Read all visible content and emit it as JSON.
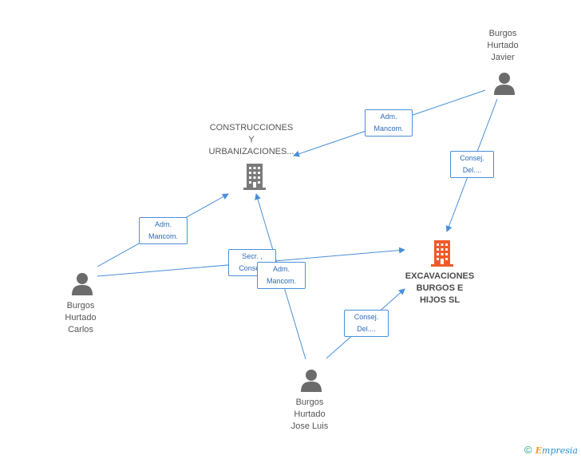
{
  "nodes": {
    "construcciones": {
      "line1": "CONSTRUCCIONES",
      "line2": "Y",
      "line3": "URBANIZACIONES..."
    },
    "excavaciones": {
      "line1": "EXCAVACIONES",
      "line2": "BURGOS E",
      "line3": "HIJOS SL"
    },
    "javier": {
      "line1": "Burgos",
      "line2": "Hurtado",
      "line3": "Javier"
    },
    "carlos": {
      "line1": "Burgos",
      "line2": "Hurtado",
      "line3": "Carlos"
    },
    "jose_luis": {
      "line1": "Burgos",
      "line2": "Hurtado",
      "line3": "Jose Luis"
    }
  },
  "edges": {
    "javier_construcciones": {
      "line1": "Adm.",
      "line2": "Mancom."
    },
    "javier_excavaciones": {
      "line1": "Consej.",
      "line2": "Del...."
    },
    "carlos_construcciones": {
      "line1": "Adm.",
      "line2": "Mancom."
    },
    "carlos_excavaciones": {
      "line1": "Secr. ,",
      "line2": "Conse..."
    },
    "jose_construcciones": {
      "line1": "Adm.",
      "line2": "Mancom."
    },
    "jose_excavaciones": {
      "line1": "Consej.",
      "line2": "Del...."
    }
  },
  "colors": {
    "edge": "#4a8fd8",
    "company_main": "#f05a28",
    "company": "#7a7a7a",
    "person": "#6b6b6b"
  },
  "footer": {
    "copyright": "©",
    "brand_first": "E",
    "brand_rest": "mpresia"
  }
}
